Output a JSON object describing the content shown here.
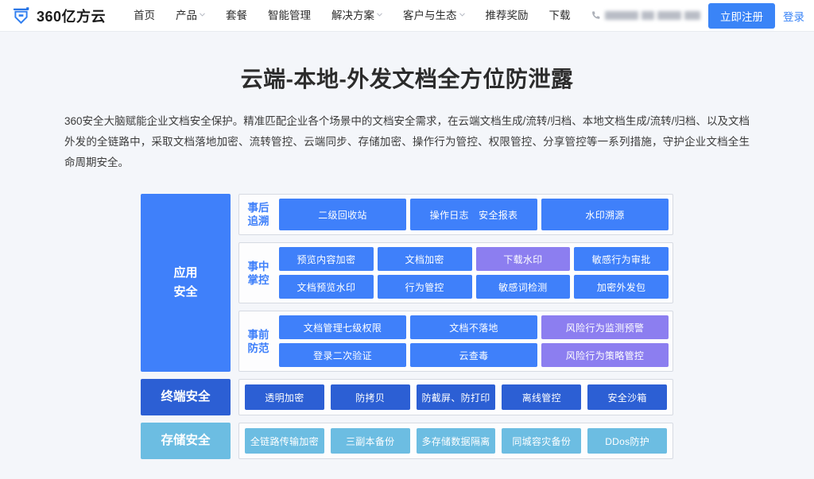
{
  "header": {
    "logo_icon": "360-yifangyun-shield-logo",
    "brand_text": "360亿方云",
    "nav_items": [
      {
        "label": "首页",
        "has_caret": false
      },
      {
        "label": "产品",
        "has_caret": true
      },
      {
        "label": "套餐",
        "has_caret": false
      },
      {
        "label": "智能管理",
        "has_caret": false
      },
      {
        "label": "解决方案",
        "has_caret": true
      },
      {
        "label": "客户与生态",
        "has_caret": true
      },
      {
        "label": "推荐奖励",
        "has_caret": false
      },
      {
        "label": "下载",
        "has_caret": false
      }
    ],
    "phone_icon": "phone-icon",
    "phone_redacted": true,
    "register_label": "立即注册",
    "login_label": "登录"
  },
  "hero": {
    "title": "云端-本地-外发文档全方位防泄露",
    "description": "360安全大脑赋能企业文档安全保护。精准匹配企业各个场景中的文档安全需求，在云端文档生成/流转/归档、本地文档生成/流转/归档、以及文档外发的全链路中，采取文档落地加密、流转管控、云端同步、存储加密、操作行为管控、权限管控、分享管控等一系列措施，守护企业文档全生命周期安全。"
  },
  "colors": {
    "page_bg": "#f4f6fa",
    "primary_blue": "#3f80fa",
    "deep_blue": "#2c5fd4",
    "purple": "#8c7ef0",
    "cyan": "#6cbde2",
    "border": "#d6dae2"
  },
  "diagram": {
    "application_security": {
      "label": "应用\n安全",
      "label_line1": "应用",
      "label_line2": "安全",
      "phases": [
        {
          "label_line1": "事后",
          "label_line2": "追溯",
          "columns": 3,
          "tall": true,
          "items": [
            {
              "label": "二级回收站",
              "color": "blue"
            },
            {
              "label": "操作日志　安全报表",
              "color": "blue"
            },
            {
              "label": "水印溯源",
              "color": "blue"
            }
          ]
        },
        {
          "label_line1": "事中",
          "label_line2": "掌控",
          "columns": 4,
          "tall": false,
          "items": [
            {
              "label": "预览内容加密",
              "color": "blue"
            },
            {
              "label": "文档加密",
              "color": "blue"
            },
            {
              "label": "下载水印",
              "color": "purple"
            },
            {
              "label": "敏感行为审批",
              "color": "blue"
            },
            {
              "label": "文档预览水印",
              "color": "blue"
            },
            {
              "label": "行为管控",
              "color": "blue"
            },
            {
              "label": "敏感词检测",
              "color": "blue"
            },
            {
              "label": "加密外发包",
              "color": "blue"
            }
          ]
        },
        {
          "label_line1": "事前",
          "label_line2": "防范",
          "columns": 3,
          "tall": false,
          "items": [
            {
              "label": "文档管理七级权限",
              "color": "blue"
            },
            {
              "label": "文档不落地",
              "color": "blue"
            },
            {
              "label": "风险行为监测预警",
              "color": "purple"
            },
            {
              "label": "登录二次验证",
              "color": "blue"
            },
            {
              "label": "云查毒",
              "color": "blue"
            },
            {
              "label": "风险行为策略管控",
              "color": "purple"
            }
          ]
        }
      ]
    },
    "terminal_security": {
      "label": "终端安全",
      "items": [
        {
          "label": "透明加密",
          "color": "deep"
        },
        {
          "label": "防拷贝",
          "color": "deep"
        },
        {
          "label": "防截屏、防打印",
          "color": "deep"
        },
        {
          "label": "离线管控",
          "color": "deep"
        },
        {
          "label": "安全沙箱",
          "color": "deep"
        }
      ]
    },
    "storage_security": {
      "label": "存储安全",
      "items": [
        {
          "label": "全链路传输加密",
          "color": "cyan"
        },
        {
          "label": "三副本备份",
          "color": "cyan"
        },
        {
          "label": "多存储数据隔离",
          "color": "cyan"
        },
        {
          "label": "同城容灾备份",
          "color": "cyan"
        },
        {
          "label": "DDos防护",
          "color": "cyan"
        }
      ]
    }
  }
}
